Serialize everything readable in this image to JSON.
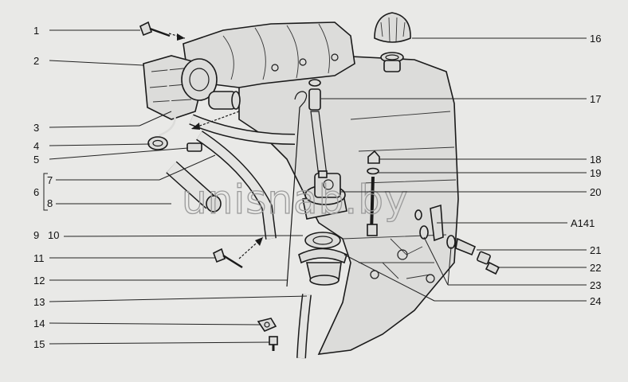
{
  "watermark": "unisnab.by",
  "callouts": [
    {
      "id": "c1",
      "text": "1"
    },
    {
      "id": "c2",
      "text": "2"
    },
    {
      "id": "c3",
      "text": "3"
    },
    {
      "id": "c4",
      "text": "4"
    },
    {
      "id": "c5",
      "text": "5"
    },
    {
      "id": "c6",
      "text": "6"
    },
    {
      "id": "c7",
      "text": "7"
    },
    {
      "id": "c8",
      "text": "8"
    },
    {
      "id": "c9",
      "text": "9"
    },
    {
      "id": "c10",
      "text": "10"
    },
    {
      "id": "c11",
      "text": "11"
    },
    {
      "id": "c12",
      "text": "12"
    },
    {
      "id": "c13",
      "text": "13"
    },
    {
      "id": "c14",
      "text": "14"
    },
    {
      "id": "c15",
      "text": "15"
    },
    {
      "id": "c16",
      "text": "16"
    },
    {
      "id": "c17",
      "text": "17"
    },
    {
      "id": "c18",
      "text": "18"
    },
    {
      "id": "c19",
      "text": "19"
    },
    {
      "id": "c20",
      "text": "20"
    },
    {
      "id": "cA141",
      "text": "A141"
    },
    {
      "id": "c21",
      "text": "21"
    },
    {
      "id": "c22",
      "text": "22"
    },
    {
      "id": "c23",
      "text": "23"
    },
    {
      "id": "c24",
      "text": "24"
    }
  ]
}
